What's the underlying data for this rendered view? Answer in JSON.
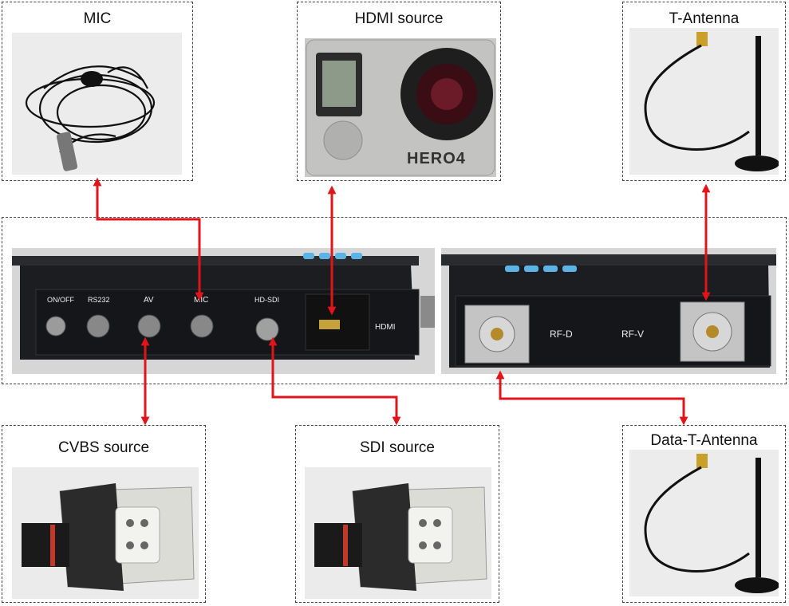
{
  "boxes": {
    "mic": {
      "title": "MIC"
    },
    "hdmi": {
      "title": "HDMI source",
      "camera_brand": "HERO4"
    },
    "t_antenna": {
      "title": "T-Antenna"
    },
    "cvbs": {
      "title": "CVBS source"
    },
    "sdi": {
      "title": "SDI source"
    },
    "data_t_antenna": {
      "title": "Data-T-Antenna"
    }
  },
  "device_ports": {
    "onoff": "ON/OFF",
    "rs232": "RS232",
    "av": "AV",
    "mic": "MIC",
    "hdsdi": "HD-SDI",
    "hdmi": "HDMI",
    "rfd": "RF-D",
    "rfv": "RF-V"
  },
  "colors": {
    "arrow": "#e0141b",
    "port_button": "#5ab4e6",
    "device_body": "#1c1d20"
  }
}
